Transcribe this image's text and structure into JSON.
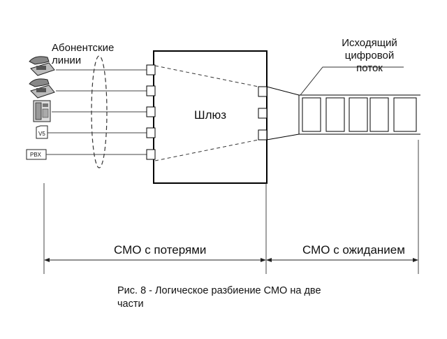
{
  "labels": {
    "subscriber_lines": "Абонентские линии",
    "outgoing_stream": "Исходящий цифровой поток",
    "gateway": "Шлюз",
    "loss_system": "СМО с потерями",
    "waiting_system": "СМО с ожиданием",
    "caption": "Рис. 8 - Логическое разбиение СМО на две части"
  },
  "devices": {
    "v5_label": "V5",
    "pbx_label": "PBX"
  },
  "devices_list": [
    "telephone-icon",
    "telephone-icon",
    "fax-icon",
    "v5-box-icon",
    "pbx-box-icon"
  ],
  "counts": {
    "input_ports": 5,
    "output_ports": 3,
    "stream_slots": 5
  },
  "colors": {
    "stroke": "#000000",
    "background": "#ffffff"
  }
}
